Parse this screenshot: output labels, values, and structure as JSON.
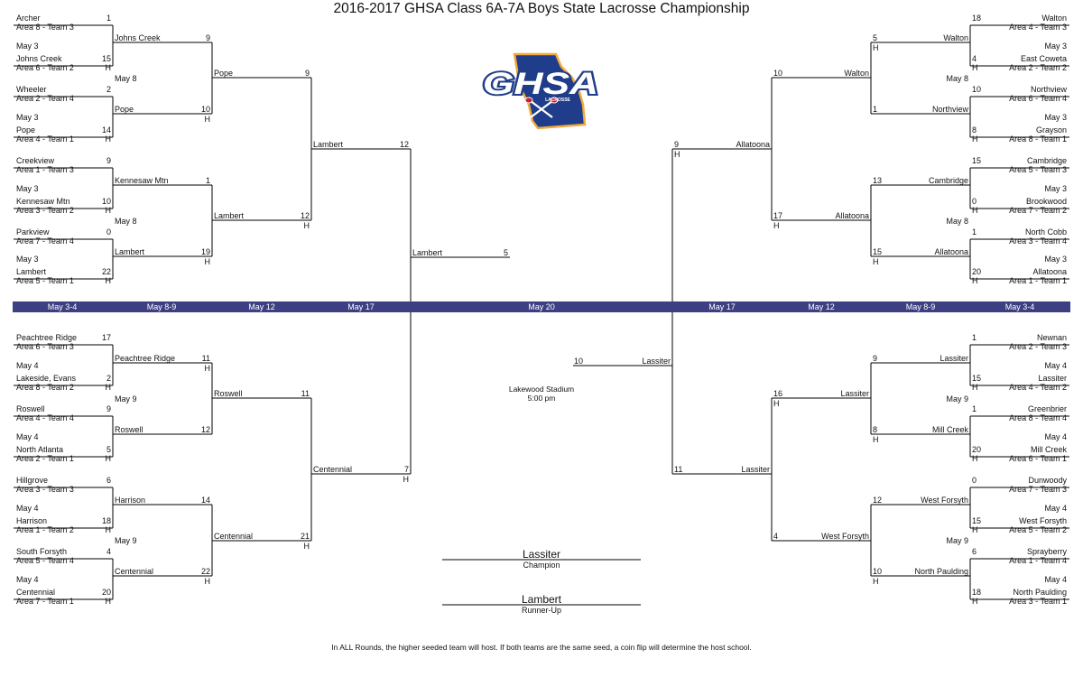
{
  "title": "2016-2017 GHSA Class 6A-7A Boys State Lacrosse Championship",
  "host_mark": "H",
  "logo": {
    "text": "GHSA",
    "subtext": "LACROSSE",
    "colors": {
      "state_blue": "#1f3d8a",
      "text_red": "#c8202f",
      "outline": "#f2a93b"
    }
  },
  "bar": {
    "color": "#3c3f82",
    "dates": [
      "May 3-4",
      "May 8-9",
      "May 12",
      "May 17",
      "May 20",
      "May 17",
      "May 12",
      "May 8-9",
      "May 3-4"
    ]
  },
  "left_r1": [
    {
      "team": "Archer",
      "seed": "Area 8 - Team 3",
      "score": "1",
      "host": false
    },
    {
      "team": "Johns Creek",
      "seed": "Area 6 - Team 2",
      "score": "15",
      "host": true
    },
    {
      "team": "Wheeler",
      "seed": "Area 2 - Team 4",
      "score": "2",
      "host": false
    },
    {
      "team": "Pope",
      "seed": "Area 4 - Team 1",
      "score": "14",
      "host": true
    },
    {
      "team": "Creekview",
      "seed": "Area 1 - Team 3",
      "score": "9",
      "host": false
    },
    {
      "team": "Kennesaw Mtn",
      "seed": "Area 3 - Team 2",
      "score": "10",
      "host": true
    },
    {
      "team": "Parkview",
      "seed": "Area 7 - Team 4",
      "score": "0",
      "host": false
    },
    {
      "team": "Lambert",
      "seed": "Area 5 - Team 1",
      "score": "22",
      "host": true
    },
    {
      "team": "Peachtree Ridge",
      "seed": "Area 6 - Team 3",
      "score": "17",
      "host": false
    },
    {
      "team": "Lakeside, Evans",
      "seed": "Area 8 - Team 2",
      "score": "2",
      "host": true
    },
    {
      "team": "Roswell",
      "seed": "Area 4 - Team 4",
      "score": "9",
      "host": false
    },
    {
      "team": "North Atlanta",
      "seed": "Area 2 - Team 1",
      "score": "5",
      "host": true
    },
    {
      "team": "Hillgrove",
      "seed": "Area 3 - Team 3",
      "score": "6",
      "host": false
    },
    {
      "team": "Harrison",
      "seed": "Area 1 - Team 2",
      "score": "18",
      "host": true
    },
    {
      "team": "South Forsyth",
      "seed": "Area 5 - Team 4",
      "score": "4",
      "host": false
    },
    {
      "team": "Centennial",
      "seed": "Area 7 - Team 1",
      "score": "20",
      "host": true
    }
  ],
  "left_r1_dates": [
    "May 3",
    "May 3",
    "May 3",
    "May 3",
    "May 4",
    "May 4",
    "May 4",
    "May 4"
  ],
  "left_r2": [
    {
      "team": "Johns Creek",
      "score": "9",
      "host": false
    },
    {
      "team": "Pope",
      "score": "10",
      "host": true
    },
    {
      "team": "Kennesaw Mtn",
      "score": "1",
      "host": false
    },
    {
      "team": "Lambert",
      "score": "19",
      "host": true
    },
    {
      "team": "Peachtree Ridge",
      "score": "11",
      "host": true
    },
    {
      "team": "Roswell",
      "score": "12",
      "host": false
    },
    {
      "team": "Harrison",
      "score": "14",
      "host": false
    },
    {
      "team": "Centennial",
      "score": "22",
      "host": true
    }
  ],
  "left_r2_dates": [
    "May 8",
    "May 8",
    "May 9",
    "May 9"
  ],
  "left_r3": [
    {
      "team": "Pope",
      "score": "9",
      "host": false
    },
    {
      "team": "Lambert",
      "score": "12",
      "host": true
    },
    {
      "team": "Roswell",
      "score": "11",
      "host": false
    },
    {
      "team": "Centennial",
      "score": "21",
      "host": true
    }
  ],
  "left_r4": [
    {
      "team": "Lambert",
      "score": "12",
      "host": false
    },
    {
      "team": "Centennial",
      "score": "7",
      "host": true
    }
  ],
  "right_r1": [
    {
      "team": "Walton",
      "seed": "Area 4 - Team 3",
      "score": "18",
      "host": false
    },
    {
      "team": "East Coweta",
      "seed": "Area 2 - Team 2",
      "score": "4",
      "host": true
    },
    {
      "team": "Northview",
      "seed": "Area 6 - Team 4",
      "score": "10",
      "host": false
    },
    {
      "team": "Grayson",
      "seed": "Area 8 - Team 1",
      "score": "8",
      "host": true
    },
    {
      "team": "Cambridge",
      "seed": "Area 5 - Team 3",
      "score": "15",
      "host": false
    },
    {
      "team": "Brookwood",
      "seed": "Area 7 - Team 2",
      "score": "0",
      "host": true
    },
    {
      "team": "North Cobb",
      "seed": "Area 3 - Team 4",
      "score": "1",
      "host": false
    },
    {
      "team": "Allatoona",
      "seed": "Area 1 - Team 1",
      "score": "20",
      "host": true
    },
    {
      "team": "Newnan",
      "seed": "Area 2 - Team 3",
      "score": "1",
      "host": false
    },
    {
      "team": "Lassiter",
      "seed": "Area 4 - Team 2",
      "score": "15",
      "host": true
    },
    {
      "team": "Greenbrier",
      "seed": "Area 8 - Team 4",
      "score": "1",
      "host": false
    },
    {
      "team": "Mill Creek",
      "seed": "Area 6 - Team 1",
      "score": "20",
      "host": true
    },
    {
      "team": "Dunwoody",
      "seed": "Area 7 - Team 3",
      "score": "0",
      "host": false
    },
    {
      "team": "West Forsyth",
      "seed": "Area 5 - Team 2",
      "score": "15",
      "host": true
    },
    {
      "team": "Sprayberry",
      "seed": "Area 1 - Team 4",
      "score": "6",
      "host": false
    },
    {
      "team": "North Paulding",
      "seed": "Area 3 - Team 1",
      "score": "18",
      "host": true
    }
  ],
  "right_r1_dates": [
    "May 3",
    "May 3",
    "May 3",
    "May 3",
    "May 4",
    "May 4",
    "May 4",
    "May 4"
  ],
  "right_r2": [
    {
      "team": "Walton",
      "score": "5",
      "host": true
    },
    {
      "team": "Northview",
      "score": "1",
      "host": false
    },
    {
      "team": "Cambridge",
      "score": "13",
      "host": false
    },
    {
      "team": "Allatoona",
      "score": "15",
      "host": true
    },
    {
      "team": "Lassiter",
      "score": "9",
      "host": false
    },
    {
      "team": "Mill Creek",
      "score": "8",
      "host": true
    },
    {
      "team": "West Forsyth",
      "score": "12",
      "host": false
    },
    {
      "team": "North Paulding",
      "score": "10",
      "host": true
    }
  ],
  "right_r2_dates": [
    "May 8",
    "May 8",
    "May 9",
    "May 9"
  ],
  "right_r3": [
    {
      "team": "Walton",
      "score": "10",
      "host": false
    },
    {
      "team": "Allatoona",
      "score": "17",
      "host": true
    },
    {
      "team": "Lassiter",
      "score": "16",
      "host": true
    },
    {
      "team": "West Forsyth",
      "score": "4",
      "host": false
    }
  ],
  "right_r4": [
    {
      "team": "Allatoona",
      "score": "9",
      "host": true
    },
    {
      "team": "Lassiter",
      "score": "11",
      "host": false
    }
  ],
  "final": {
    "left": {
      "team": "Lambert",
      "score": "5"
    },
    "right": {
      "team": "Lassiter",
      "score": "10"
    },
    "venue": "Lakewood Stadium",
    "time": "5:00 pm"
  },
  "champion": {
    "name": "Lassiter",
    "label": "Champion"
  },
  "runner_up": {
    "name": "Lambert",
    "label": "Runner-Up"
  },
  "footnote": "In ALL Rounds, the higher seeded team will host. If both teams are the same seed, a coin flip will determine the host school."
}
